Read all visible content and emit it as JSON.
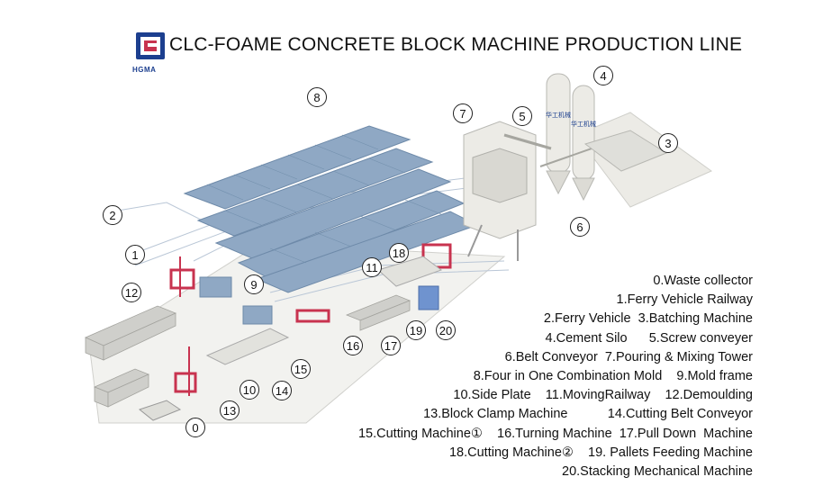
{
  "header": {
    "title": "CLC-FOAME CONCRETE BLOCK MACHINE PRODUCTION LINE",
    "logo_text": "HGMA"
  },
  "silo_labels": [
    "华工机械",
    "华工机械"
  ],
  "callouts": [
    "8",
    "2",
    "1",
    "12",
    "9",
    "11",
    "18",
    "7",
    "5",
    "4",
    "3",
    "6",
    "10",
    "14",
    "15",
    "16",
    "17",
    "19",
    "20",
    "13",
    "0"
  ],
  "legend": [
    "0.Waste collector",
    "1.Ferry Vehicle Railway",
    "2.Ferry Vehicle  3.Batching Machine",
    "4.Cement Silo      5.Screw conveyer",
    "6.Belt Conveyor  7.Pouring & Mixing Tower",
    "8.Four in One Combination Mold    9.Mold frame",
    "10.Side Plate    11.MovingRailway    12.Demoulding",
    "13.Block Clamp Machine           14.Cutting Belt Conveyor",
    "15.Cutting Machine①    16.Turning Machine  17.Pull Down  Machine",
    "18.Cutting Machine②    19. Pallets Feeding Machine",
    "20.Stacking Mechanical Machine"
  ],
  "colors": {
    "mold": "#8fa8c4",
    "machine_red": "#c8334f",
    "structure": "#e9e8e3",
    "logo_blue": "#1c3f8f"
  }
}
